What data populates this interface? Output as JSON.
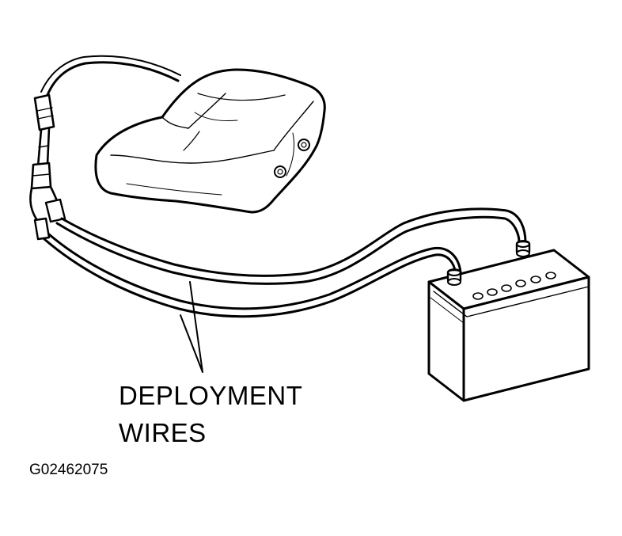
{
  "callout": {
    "line1": "DEPLOYMENT",
    "line2": "WIRES"
  },
  "figure_code": "G02462075",
  "parts": {
    "airbag_module": "airbag-module",
    "battery": "battery",
    "connector": "connector",
    "wires": "deployment-wires"
  },
  "colors": {
    "ink": "#000000",
    "paper": "#ffffff"
  }
}
